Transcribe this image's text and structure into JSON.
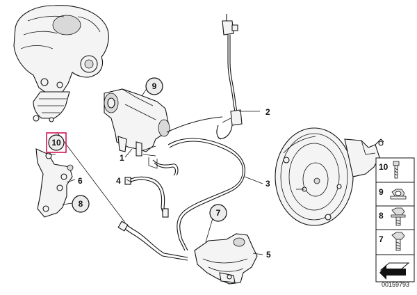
{
  "callouts": [
    {
      "id": "c1",
      "label": "1"
    },
    {
      "id": "c2",
      "label": "2"
    },
    {
      "id": "c3",
      "label": "3"
    },
    {
      "id": "c4",
      "label": "4"
    },
    {
      "id": "c5",
      "label": "5"
    },
    {
      "id": "c6",
      "label": "6"
    },
    {
      "id": "c7",
      "label": "7"
    },
    {
      "id": "c8",
      "label": "8"
    },
    {
      "id": "c9",
      "label": "9"
    },
    {
      "id": "c10",
      "label": "10"
    }
  ],
  "legend": [
    {
      "label": "10",
      "icon": "bolt-icon"
    },
    {
      "label": "9",
      "icon": "nut-icon"
    },
    {
      "label": "8",
      "icon": "flange-bolt-icon"
    },
    {
      "label": "7",
      "icon": "hex-bolt-icon"
    }
  ],
  "diagram_id": "00159793",
  "colors": {
    "highlight": "#d4145a",
    "ink": "#111111"
  }
}
